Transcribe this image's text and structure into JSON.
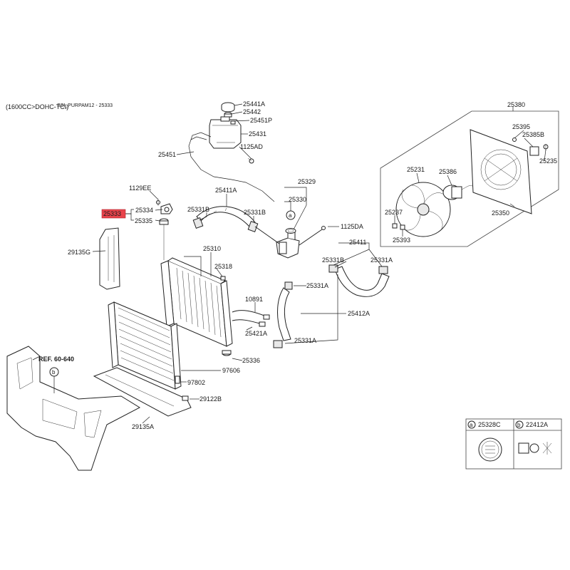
{
  "header": {
    "engine": "(1600CC>DOHC-TCI)",
    "overlay": "SSI_PURPAM12 - 25333"
  },
  "highlight": {
    "part_no": "25333",
    "color": "#e8434b"
  },
  "labels": {
    "p25441A": "25441A",
    "p25442": "25442",
    "p25451P": "25451P",
    "p25431": "25431",
    "p1125AD": "1125AD",
    "p25451": "25451",
    "p1129EE": "1129EE",
    "p25334": "25334",
    "p25335": "25335",
    "p25411A": "25411A",
    "p25331B_a": "25331B",
    "p25331B_b": "25331B",
    "p25331B_c": "25331B",
    "p25329": "25329",
    "p25330": "25330",
    "p1125DA": "1125DA",
    "p25411": "25411",
    "p25331A_a": "25331A",
    "p25331A_b": "25331A",
    "p25331A_c": "25331A",
    "p29135G": "29135G",
    "p25310": "25310",
    "p25318": "25318",
    "p10891": "10891",
    "p25412A": "25412A",
    "p25421A": "25421A",
    "p25336": "25336",
    "p97606": "97606",
    "p97802": "97802",
    "p29122B": "29122B",
    "p29135A": "29135A",
    "ref": "REF. 60-640",
    "p25380": "25380",
    "p25395": "25395",
    "p25385B": "25385B",
    "p25235": "25235",
    "p25231": "25231",
    "p25386": "25386",
    "p25237": "25237",
    "p25350": "25350",
    "p25393": "25393",
    "callout_a": "a",
    "callout_b": "b"
  },
  "legend": {
    "a_letter": "a",
    "a_part": "25328C",
    "b_letter": "b",
    "b_part": "22412A"
  }
}
